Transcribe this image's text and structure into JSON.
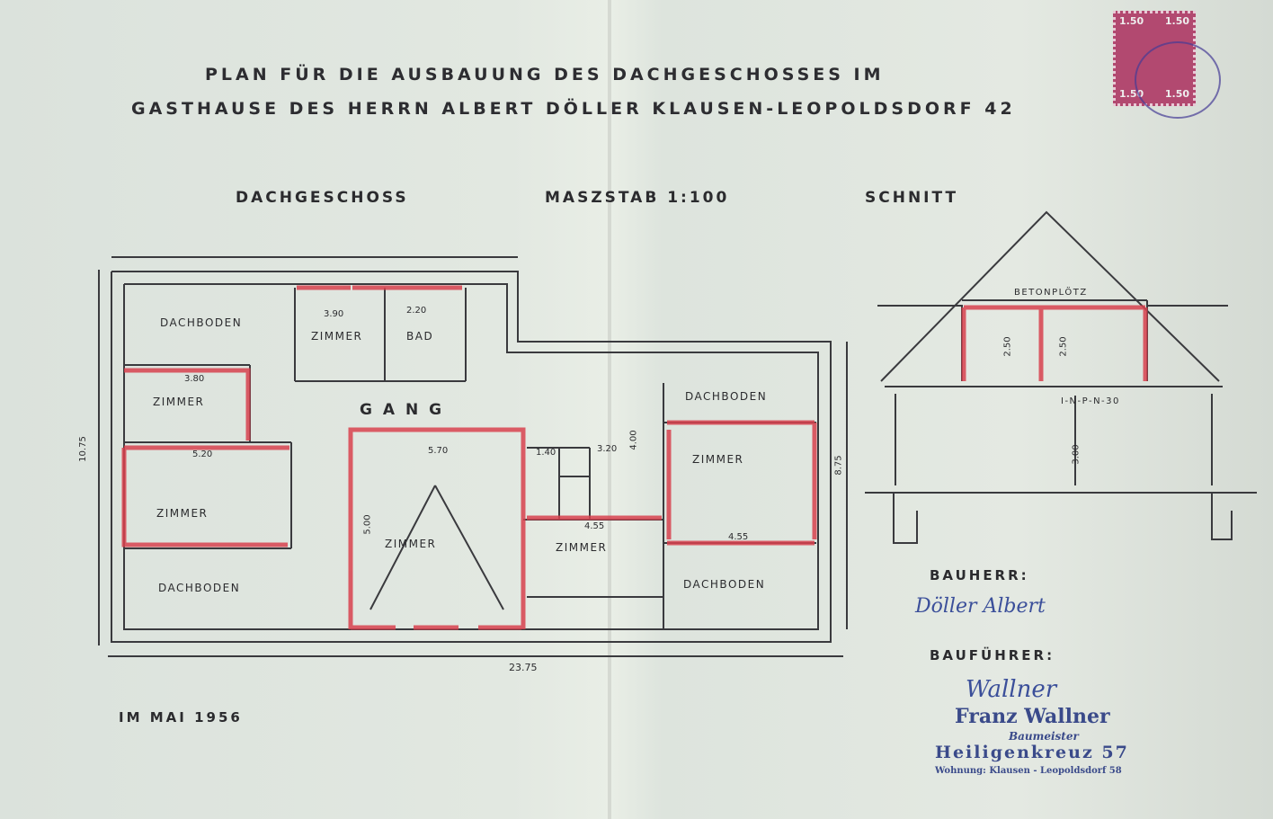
{
  "title": {
    "line1": "PLAN FÜR DIE AUSBAUUNG DES DACHGESCHOSSES IM",
    "line2": "GASTHAUSE DES HERRN ALBERT DÖLLER KLAUSEN-LEOPOLDSDORF 42"
  },
  "headings": {
    "floor": "DACHGESCHOSS",
    "scale": "MASZSTAB 1:100",
    "section": "SCHNITT"
  },
  "rooms": [
    "DACHBODEN",
    "ZIMMER",
    "BAD",
    "ZIMMER",
    "G A N G",
    "DACHBODEN",
    "ZIMMER",
    "ZIMMER",
    "ZIMMER",
    "ZIMMER",
    "DACHBODEN",
    "DACHBODEN"
  ],
  "section": {
    "beton": "BETONPLÖTZ",
    "beam": "I-N-P-N-30"
  },
  "dims": {
    "total_width": "23.75",
    "total_depth": "10.75",
    "east_depth": "8.75",
    "d380": "3.80",
    "d520": "5.20",
    "d570": "5.70",
    "d320": "3.20",
    "d455": "4.55",
    "d140": "1.40",
    "d390": "3.90",
    "d220": "2.20",
    "d500": "5.00",
    "d400": "4.00",
    "d300": "3.00",
    "d250": "2.50"
  },
  "date": "IM MAI 1956",
  "owner": {
    "label": "BAUHERR:",
    "signature": "Döller Albert"
  },
  "builder": {
    "label": "BAUFÜHRER:",
    "signature": "Wallner",
    "stamp": {
      "name": "Franz Wallner",
      "title": "Baumeister",
      "city": "Heiligenkreuz 57",
      "address": "Wohnung: Klausen - Leopoldsdorf 58"
    }
  },
  "stamp": {
    "value": "1.50"
  }
}
